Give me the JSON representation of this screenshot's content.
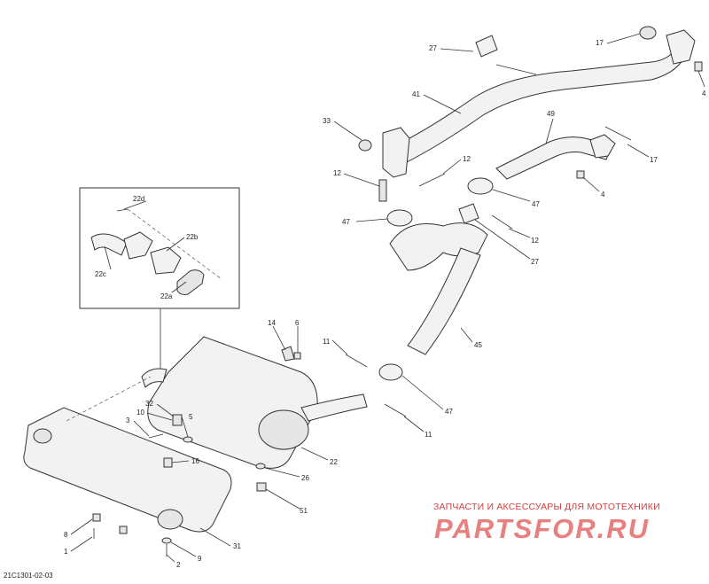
{
  "diagram": {
    "document_code": "21C1301-02-03",
    "watermark": {
      "tagline": "ЗАПЧАСТИ И АКСЕССУАРЫ ДЛЯ МОТОТЕХНИКИ",
      "logo": "PARTSFOR.RU"
    },
    "callouts": [
      {
        "id": "c17a",
        "label": "17"
      },
      {
        "id": "c27a",
        "label": "27"
      },
      {
        "id": "c4a",
        "label": "4"
      },
      {
        "id": "c41",
        "label": "41"
      },
      {
        "id": "c33",
        "label": "33"
      },
      {
        "id": "c49",
        "label": "49"
      },
      {
        "id": "c17b",
        "label": "17"
      },
      {
        "id": "c12a",
        "label": "12"
      },
      {
        "id": "c12b",
        "label": "12"
      },
      {
        "id": "c4b",
        "label": "4"
      },
      {
        "id": "c47a",
        "label": "47"
      },
      {
        "id": "c47b",
        "label": "47"
      },
      {
        "id": "c12c",
        "label": "12"
      },
      {
        "id": "c27b",
        "label": "27"
      },
      {
        "id": "c22d",
        "label": "22d"
      },
      {
        "id": "c22b",
        "label": "22b"
      },
      {
        "id": "c22c",
        "label": "22c"
      },
      {
        "id": "c22a",
        "label": "22a"
      },
      {
        "id": "c14",
        "label": "14"
      },
      {
        "id": "c6",
        "label": "6"
      },
      {
        "id": "c11a",
        "label": "11"
      },
      {
        "id": "c45",
        "label": "45"
      },
      {
        "id": "c32",
        "label": "32"
      },
      {
        "id": "c10",
        "label": "10"
      },
      {
        "id": "c3",
        "label": "3"
      },
      {
        "id": "c5",
        "label": "5"
      },
      {
        "id": "c47c",
        "label": "47"
      },
      {
        "id": "c11b",
        "label": "11"
      },
      {
        "id": "c16",
        "label": "16"
      },
      {
        "id": "c22",
        "label": "22"
      },
      {
        "id": "c26",
        "label": "26"
      },
      {
        "id": "c51",
        "label": "51"
      },
      {
        "id": "c8",
        "label": "8"
      },
      {
        "id": "c1",
        "label": "1"
      },
      {
        "id": "c31",
        "label": "31"
      },
      {
        "id": "c9",
        "label": "9"
      },
      {
        "id": "c2",
        "label": "2"
      }
    ]
  }
}
